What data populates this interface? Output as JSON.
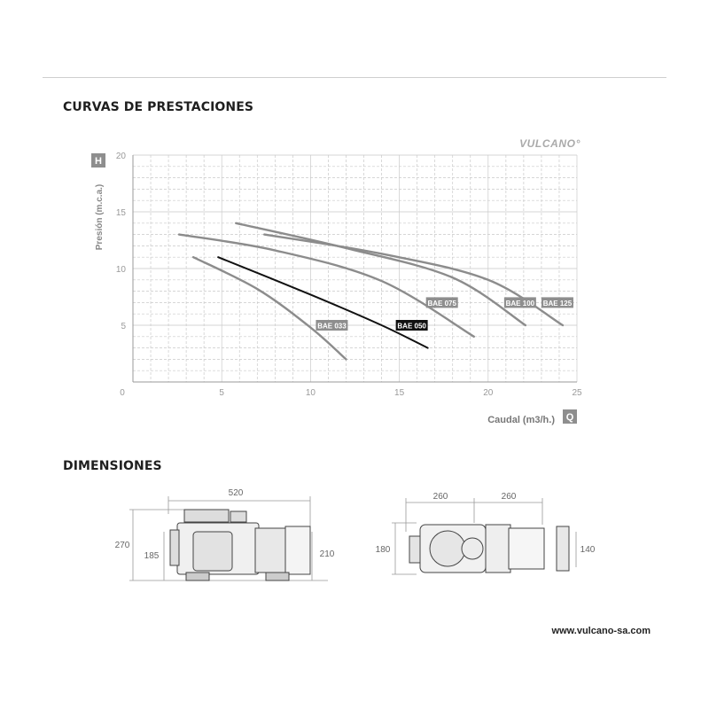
{
  "header": {
    "performance_title": "CURVAS DE PRESTACIONES",
    "dimensions_title": "DIMENSIONES"
  },
  "chart_data": {
    "type": "line",
    "brand": "VULCANO",
    "h_badge": "H",
    "q_badge": "Q",
    "ylabel": "Presión (m.c.a.)",
    "xlabel": "Caudal (m3/h.)",
    "xlim": [
      0,
      25
    ],
    "ylim": [
      0,
      20
    ],
    "x_ticks": [
      "0",
      "5",
      "10",
      "15",
      "20",
      "25"
    ],
    "y_ticks": [
      "5",
      "10",
      "15",
      "20"
    ],
    "grid": true,
    "series": [
      {
        "name": "BAE 033",
        "color": "#8c8c8c",
        "label_pos": [
          11.2,
          5.0
        ],
        "points": [
          [
            3.4,
            11.0
          ],
          [
            7.0,
            8.2
          ],
          [
            10.0,
            4.8
          ],
          [
            12.0,
            2.0
          ]
        ]
      },
      {
        "name": "BAE 050",
        "color": "#111111",
        "label_pos": [
          15.7,
          5.0
        ],
        "points": [
          [
            4.8,
            11.0
          ],
          [
            10.0,
            7.7
          ],
          [
            14.0,
            5.0
          ],
          [
            16.6,
            3.0
          ]
        ]
      },
      {
        "name": "BAE 075",
        "color": "#8c8c8c",
        "label_pos": [
          17.4,
          7.0
        ],
        "points": [
          [
            2.6,
            13.0
          ],
          [
            8.0,
            11.6
          ],
          [
            14.0,
            8.9
          ],
          [
            19.2,
            4.0
          ]
        ]
      },
      {
        "name": "BAE 100",
        "color": "#8c8c8c",
        "label_pos": [
          21.8,
          7.0
        ],
        "points": [
          [
            5.8,
            14.0
          ],
          [
            12.0,
            11.8
          ],
          [
            18.0,
            9.2
          ],
          [
            22.1,
            5.0
          ]
        ]
      },
      {
        "name": "BAE 125",
        "color": "#8c8c8c",
        "label_pos": [
          23.9,
          7.0
        ],
        "points": [
          [
            7.4,
            13.0
          ],
          [
            14.0,
            11.3
          ],
          [
            20.0,
            9.0
          ],
          [
            24.2,
            5.0
          ]
        ]
      }
    ]
  },
  "dimensions": {
    "side_view": {
      "overall_length": "520",
      "height": "270",
      "axis_height": "185",
      "motor_height": "210"
    },
    "top_view": {
      "half_left": "260",
      "half_right": "260",
      "depth": "180",
      "base_width": "140"
    }
  },
  "footer": {
    "website": "www.vulcano-sa.com"
  }
}
